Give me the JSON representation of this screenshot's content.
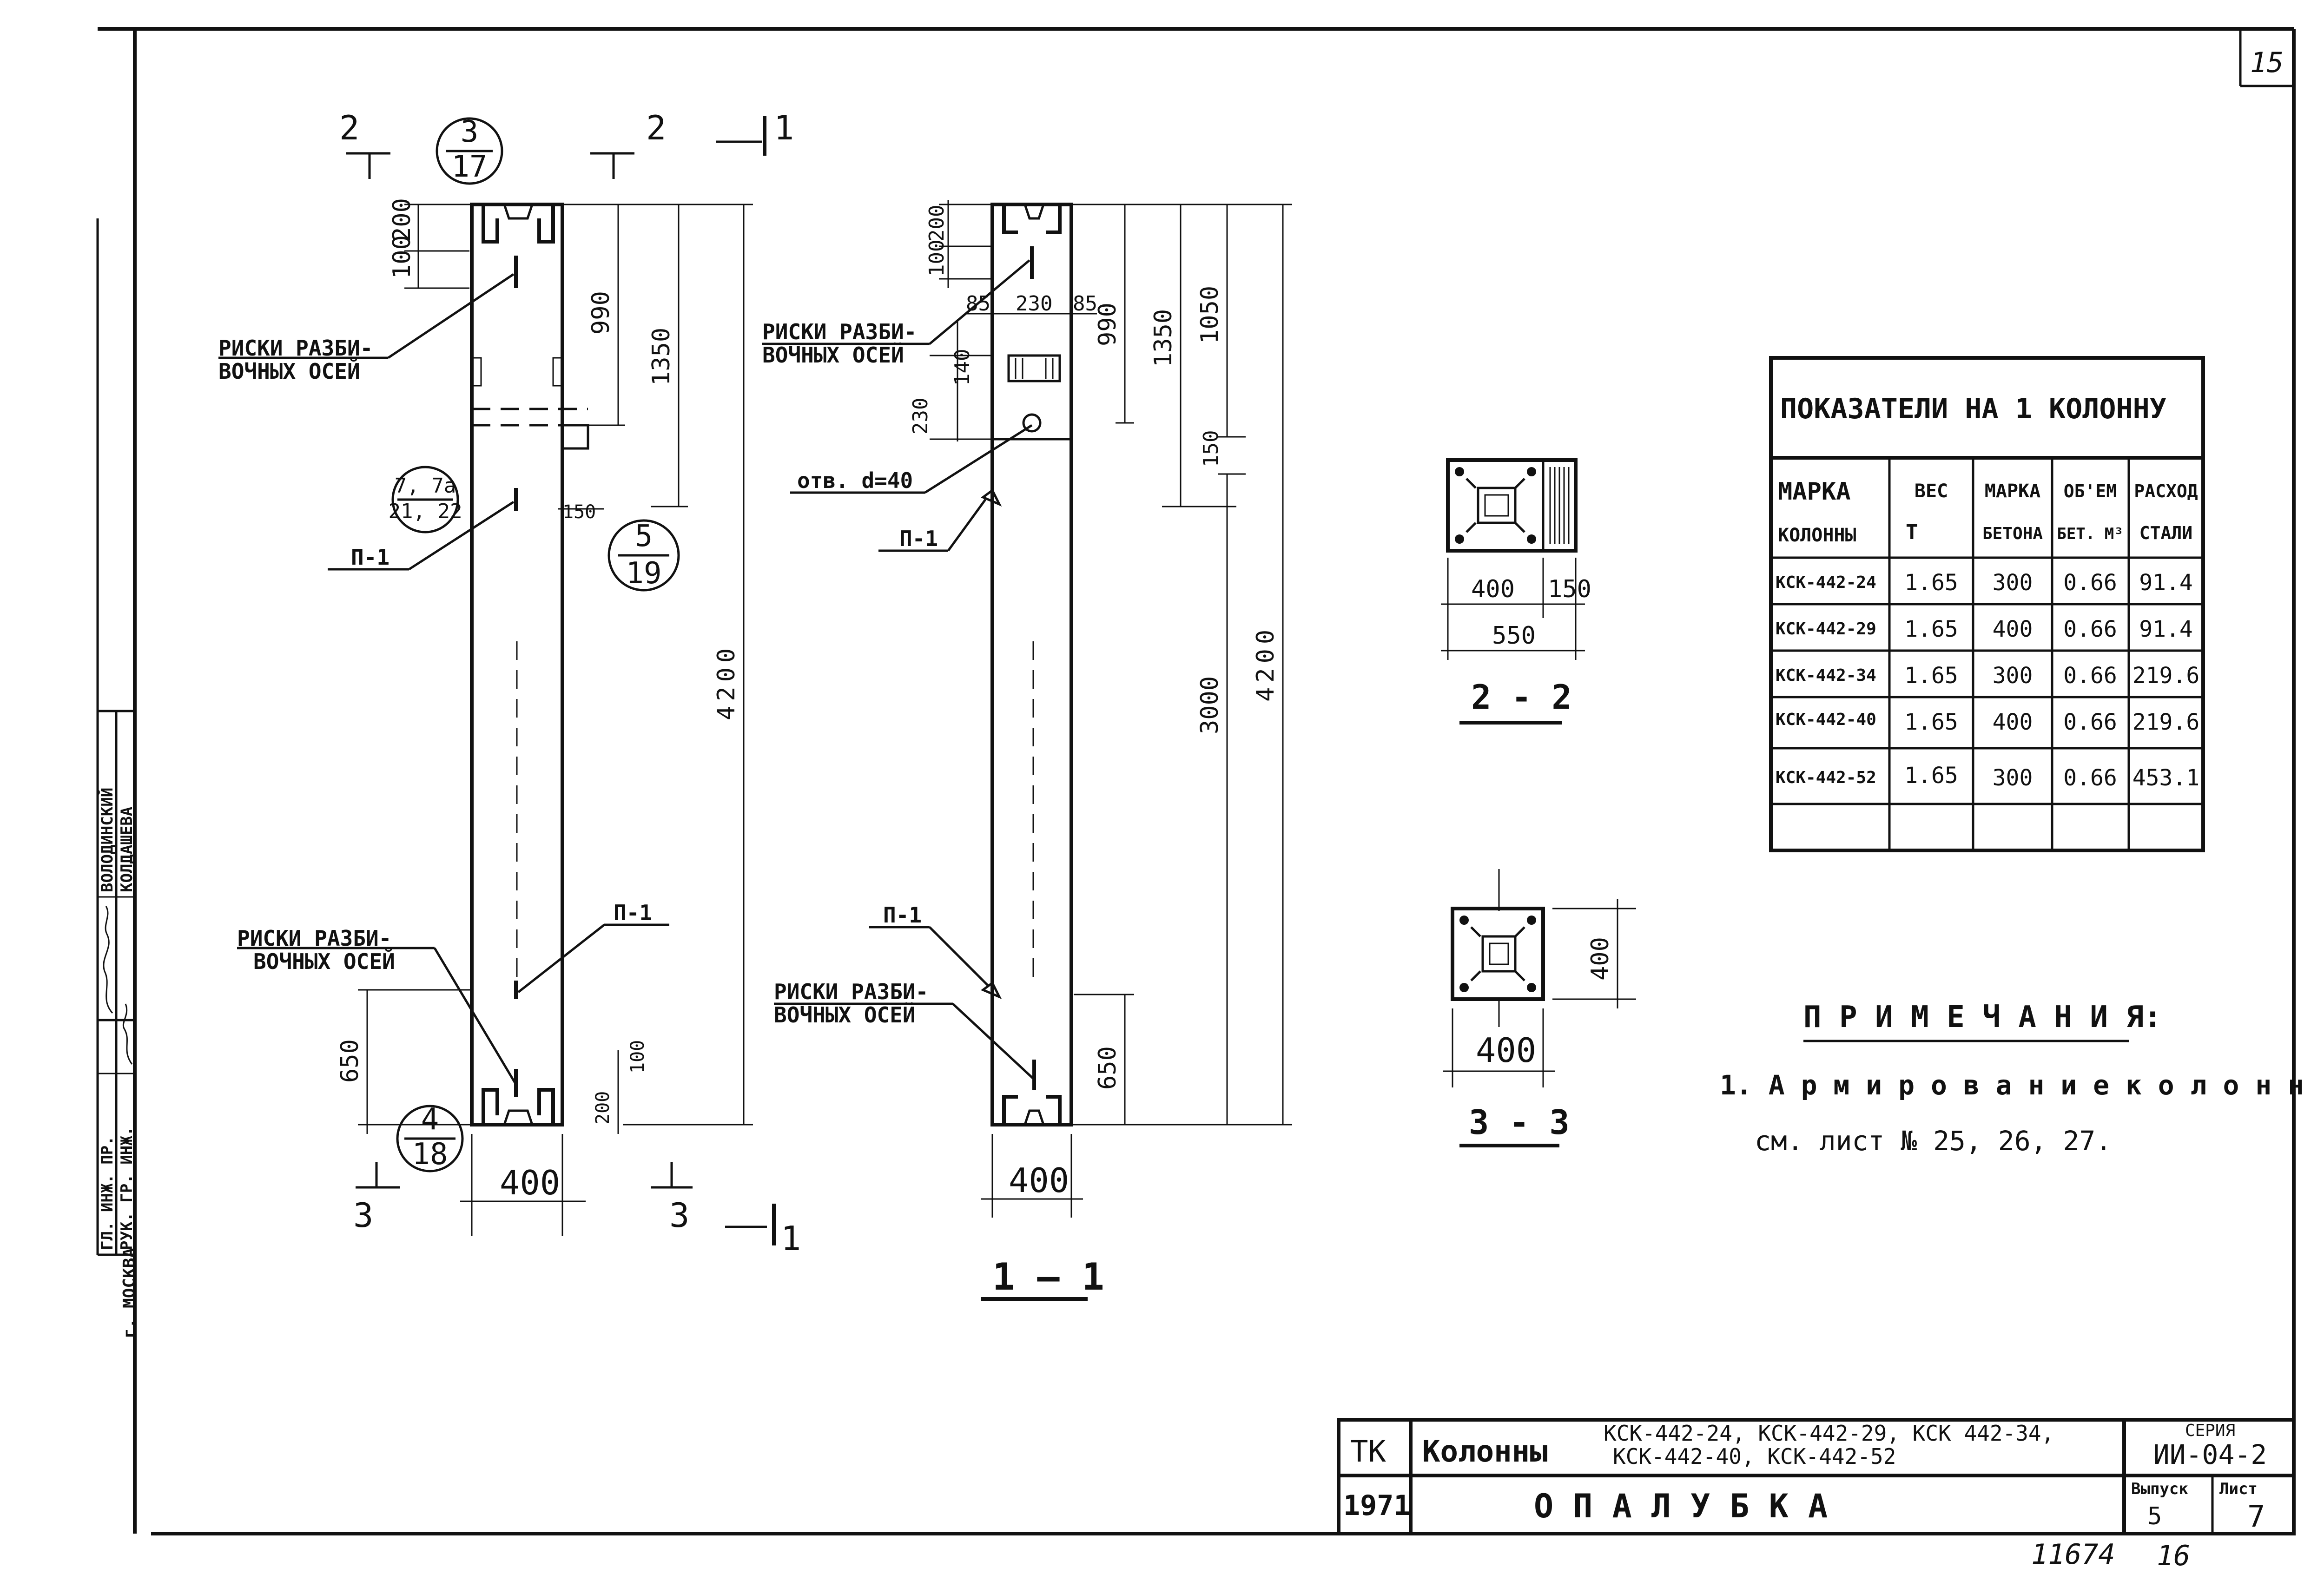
{
  "sheet": {
    "number_top": "15",
    "bottom_left": "11674",
    "bottom_right": "16"
  },
  "side_stamp": {
    "city": "г. МОСКВА",
    "role_1": "ГЛ. ИНЖ. ПР.",
    "role_2": "РУК. ГР. ИНЖ.",
    "name_1": "ВОЛОДИНСКИЙ",
    "name_2": "КОЛДАШЕВА"
  },
  "elevation": {
    "cut_2": "2",
    "cut_3": "3",
    "cut_1": "1",
    "ref_top": {
      "num": "3",
      "den": "17"
    },
    "ref_mid": {
      "num": "7, 7а",
      "den": "21, 22"
    },
    "ref_side": {
      "num": "5",
      "den": "19"
    },
    "ref_bottom": {
      "num": "4",
      "den": "18"
    },
    "label_axes_top_1": "РИСКИ РАЗБИ-",
    "label_axes_top_2": "ВОЧНЫХ ОСЕЙ",
    "label_axes_bot_1": "РИСКИ РАЗБИ-",
    "label_axes_bot_2": "ВОЧНЫХ ОСЕЙ",
    "label_p1_mid": "П-1",
    "label_p1_bot": "П-1",
    "dims": {
      "d100": "100",
      "d200": "200",
      "d990": "990",
      "d1350": "1350",
      "d150": "150",
      "d4200": "4200",
      "d650": "650",
      "d100b": "100",
      "d200b": "200",
      "d400": "400"
    }
  },
  "section_1": {
    "title": "1 — 1",
    "label_axes_top_1": "РИСКИ РАЗБИ-",
    "label_axes_top_2": "ВОЧНЫХ ОСЕЙ",
    "label_axes_bot_1": "РИСКИ РАЗБИ-",
    "label_axes_bot_2": "ВОЧНЫХ ОСЕЙ",
    "label_hole": "отв. d=40",
    "label_p1_top": "П-1",
    "label_p1_bot": "П-1",
    "dims": {
      "d100": "100",
      "d200": "200",
      "d85a": "85",
      "d230": "230",
      "d85b": "85",
      "d140": "140",
      "d230v": "230",
      "d990": "990",
      "d1350": "1350",
      "d1050": "1050",
      "d150": "150",
      "d3000": "3000",
      "d4200": "4200",
      "d650": "650",
      "d400": "400"
    }
  },
  "section_2": {
    "title": "2 - 2",
    "d400": "400",
    "d150": "150",
    "d550": "550"
  },
  "section_3": {
    "title": "3 - 3",
    "d400w": "400",
    "d400h": "400"
  },
  "table": {
    "title": "ПОКАЗАТЕЛИ НА 1 КОЛОННУ",
    "headers": [
      [
        "МАРКА",
        "КОЛОННЫ"
      ],
      [
        "ВЕС",
        "Т"
      ],
      [
        "МАРКА",
        "БЕТОНА"
      ],
      [
        "ОБ'ЕМ",
        "БЕТ. М³"
      ],
      [
        "РАСХОД",
        "СТАЛИ"
      ]
    ],
    "rows": [
      [
        "КСК-442-24",
        "1.65",
        "300",
        "0.66",
        "91.4"
      ],
      [
        "КСК-442-29",
        "1.65",
        "400",
        "0.66",
        "91.4"
      ],
      [
        "КСК-442-34",
        "1.65",
        "300",
        "0.66",
        "219.6"
      ],
      [
        "КСК-442-40",
        "1.65",
        "400",
        "0.66",
        "219.6"
      ],
      [
        "КСК-442-52",
        "1.65",
        "300",
        "0.66",
        "453.1"
      ]
    ]
  },
  "notes": {
    "title": "П Р И М Е Ч А Н И Я:",
    "line_1": "1. А р м и р о в а н и е   к о л о н н",
    "line_2": "см.  лист  № 25, 26, 27."
  },
  "title_block": {
    "org": "ТК",
    "year": "1971",
    "name": "Колонны",
    "marks_1": "КСК-442-24,  КСК-442-29,  КСК 442-34,",
    "marks_2": "КСК-442-40,  КСК-442-52",
    "subject": "О П А Л У Б К А",
    "series_label": "СЕРИЯ",
    "series_value": "ИИ-04-2",
    "issue_label": "Выпуск",
    "issue_value": "5",
    "sheet_label": "Лист",
    "sheet_value": "7"
  }
}
